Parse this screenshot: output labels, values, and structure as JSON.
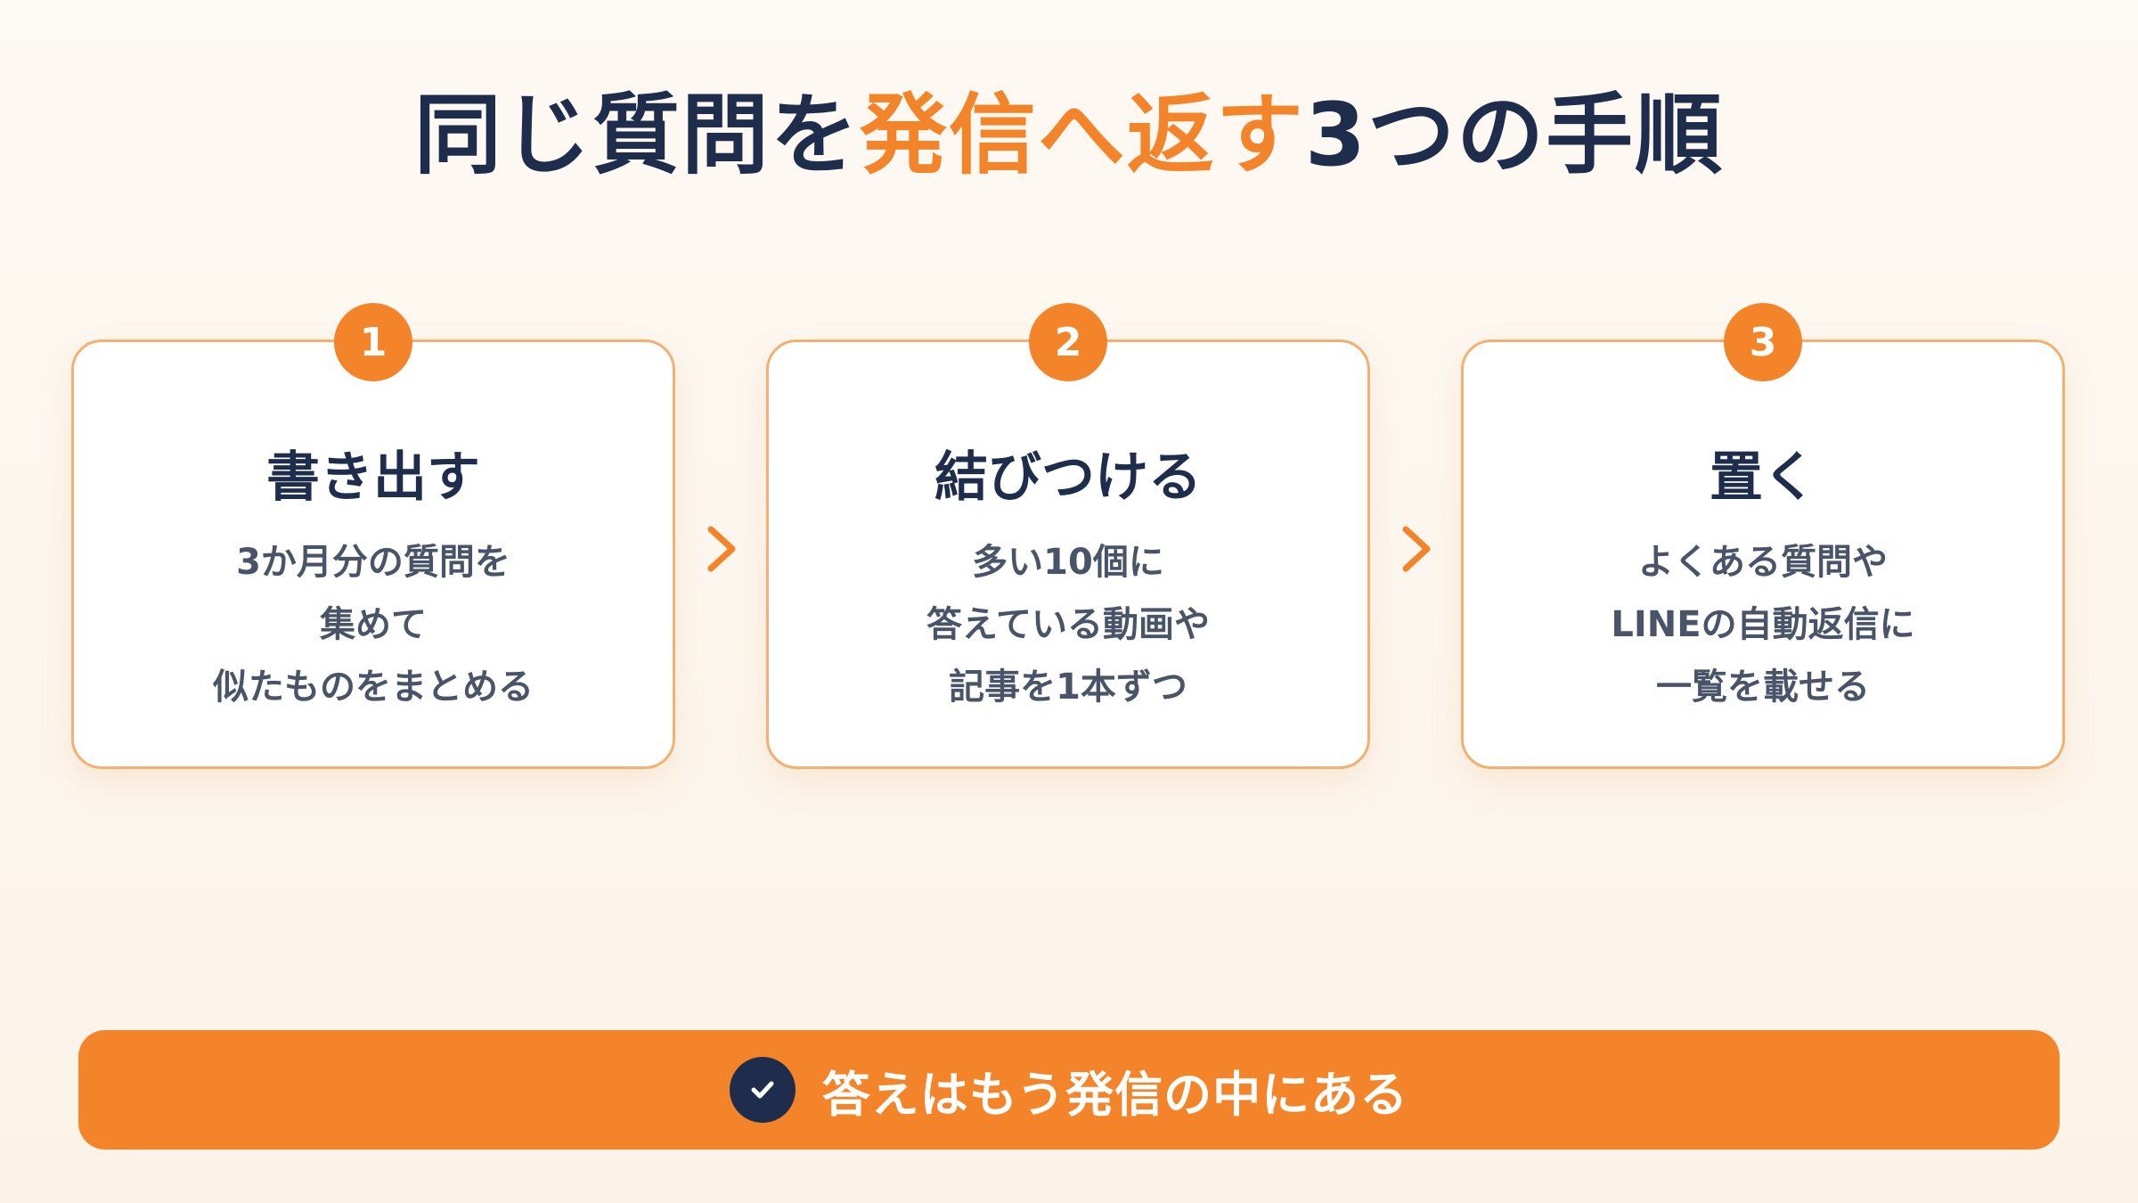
{
  "title": {
    "part1": "同じ質問を",
    "accent": "発信へ返す",
    "part2": "3つの手順"
  },
  "steps": [
    {
      "number": "1",
      "heading": "書き出す",
      "lines": [
        "3か月分の質問を",
        "集めて",
        "似たものをまとめる"
      ]
    },
    {
      "number": "2",
      "heading": "結びつける",
      "lines": [
        "多い10個に",
        "答えている動画や",
        "記事を1本ずつ"
      ]
    },
    {
      "number": "3",
      "heading": "置く",
      "lines": [
        "よくある質問や",
        "LINEの自動返信に",
        "一覧を載せる"
      ]
    }
  ],
  "banner": {
    "icon": "check-icon",
    "text": "答えはもう発信の中にある"
  },
  "colors": {
    "accent": "#f4842a",
    "navy": "#1f2d4d",
    "card_border": "#f3b071",
    "body_text": "#4a5468"
  }
}
